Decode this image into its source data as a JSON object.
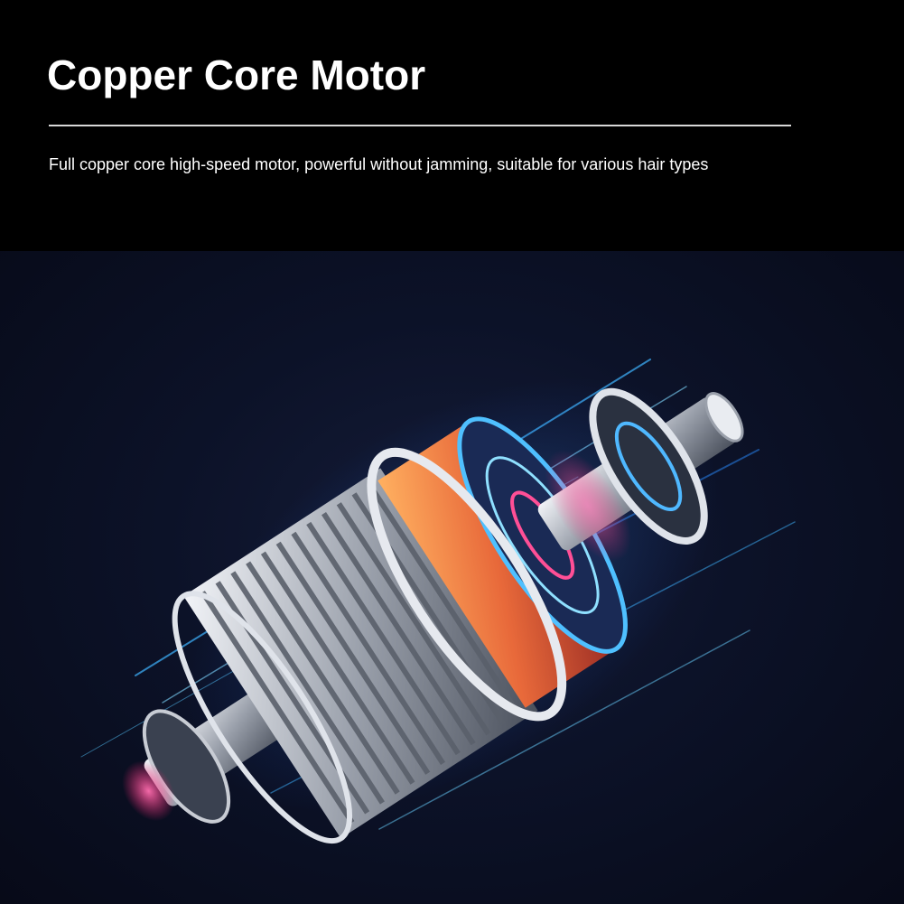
{
  "header": {
    "title": "Copper Core Motor",
    "subtitle": "Full copper core high-speed motor, powerful without jamming, suitable for various hair types"
  },
  "image": {
    "subject": "motor-cutaway",
    "colors": {
      "background": "#0b1126",
      "glow_blue": "#2fa8ff",
      "copper": "#e8693a",
      "steel": "#c8ccd4",
      "glow_pink": "#ff3d8e"
    }
  }
}
